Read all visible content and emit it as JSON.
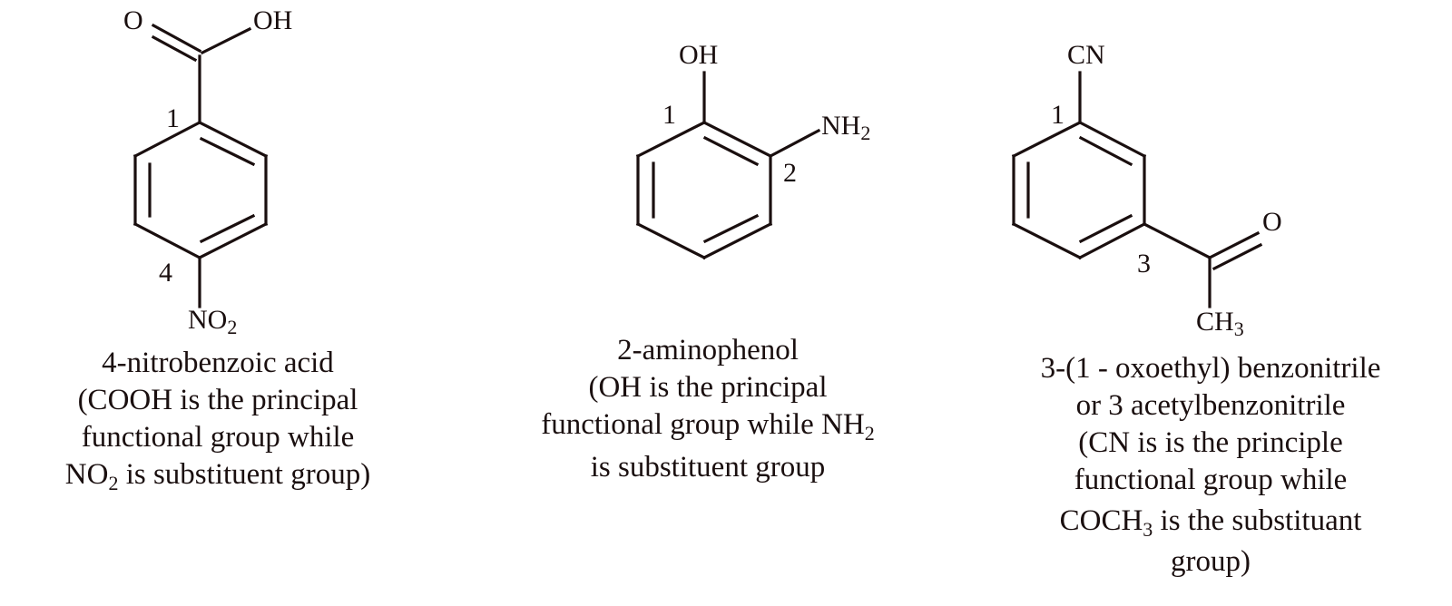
{
  "figure": {
    "compounds": [
      {
        "id": "nitrobenzoic",
        "groups": {
          "carbonyl_o": "O",
          "hydroxyl": "OH",
          "nitro": "NO",
          "nitro_sub": "2"
        },
        "locants": {
          "c1": "1",
          "c4": "4"
        },
        "caption": {
          "name": "4-nitrobenzoic acid",
          "line2": "(COOH is the principal",
          "line3": "functional group while",
          "line4_main": "NO",
          "line4_sub": "2",
          "line4_rest": " is substituent group)"
        }
      },
      {
        "id": "aminophenol",
        "groups": {
          "hydroxyl": "OH",
          "amino": "NH",
          "amino_sub": "2"
        },
        "locants": {
          "c1": "1",
          "c2": "2"
        },
        "caption": {
          "name": "2-aminophenol",
          "line2": "(OH is the principal",
          "line3_main": "functional group while NH",
          "line3_sub": "2",
          "line4": "is substituent group"
        }
      },
      {
        "id": "acetylbenzonitrile",
        "groups": {
          "nitrile": "CN",
          "carbonyl_o": "O",
          "methyl": "CH",
          "methyl_sub": "3"
        },
        "locants": {
          "c1": "1",
          "c3": "3"
        },
        "caption": {
          "name": "3-(1 - oxoethyl) benzonitrile",
          "line2": "or 3 acetylbenzonitrile",
          "line3": "(CN is is the principle",
          "line4": "functional group while",
          "line5_main": "COCH",
          "line5_sub": "3",
          "line5_rest": " is the substituant",
          "line6": "group)"
        }
      }
    ],
    "colors": {
      "ink": "#1a0f0f",
      "background": "#ffffff"
    }
  }
}
